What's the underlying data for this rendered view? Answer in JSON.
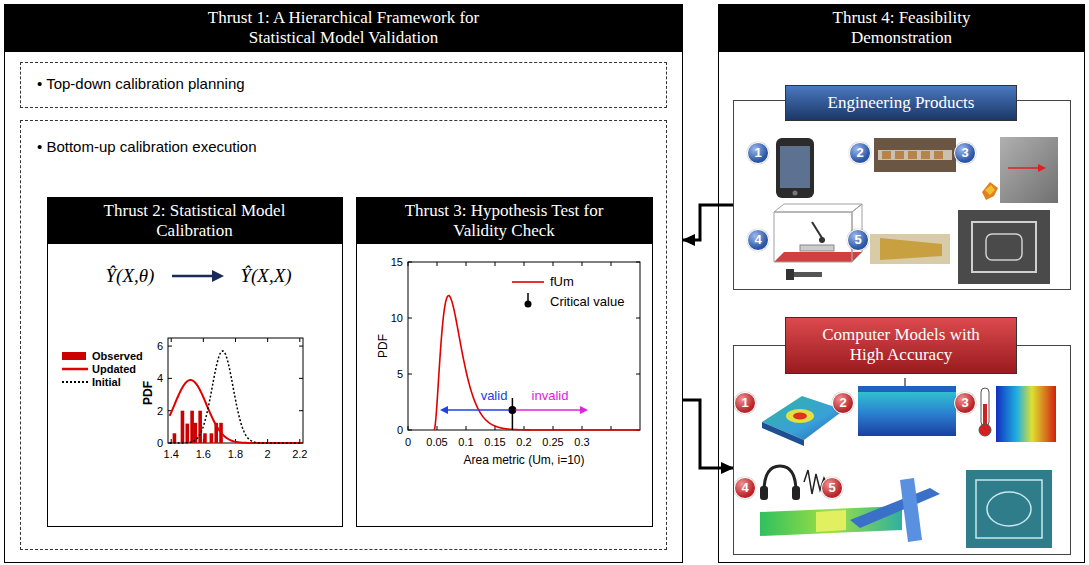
{
  "diagram": {
    "nodes": [
      {
        "text": [
          "Thrust 1: A Hierarchical Framework for Statistical Model Validation"
        ]
      },
      {
        "text": [
          "• Top-down calibration planning"
        ],
        "in": 0
      },
      {
        "text": [
          "• Bottom-up calibration execution"
        ],
        "in": 0
      },
      {
        "text": [
          "Thrust 2: Statistical Model Calibration"
        ],
        "in": 2
      },
      {
        "text": [
          "Thrust 3: Hypothesis Test for Validity Check"
        ],
        "in": 2
      },
      {
        "text": [
          "Thrust 4: Feasibility Demonstration"
        ]
      },
      {
        "text": [
          "Engineering Products"
        ],
        "in": 5
      },
      {
        "text": [
          "1"
        ],
        "in": 6
      },
      {
        "text": [
          "2"
        ],
        "in": 6
      },
      {
        "text": [
          "3"
        ],
        "in": 6
      },
      {
        "text": [
          "4"
        ],
        "in": 6
      },
      {
        "text": [
          "5"
        ],
        "in": 6
      },
      {
        "text": [
          "Computer Models with High Accuracy"
        ],
        "in": 5
      },
      {
        "text": [
          "1"
        ],
        "in": 12
      },
      {
        "text": [
          "2"
        ],
        "in": 12
      },
      {
        "text": [
          "3"
        ],
        "in": 12
      },
      {
        "text": [
          "4"
        ],
        "in": 12
      },
      {
        "text": [
          "5"
        ],
        "in": 12
      }
    ],
    "edges": [
      {
        "from": 6,
        "to": 0,
        "arrow": "to"
      },
      {
        "from": 0,
        "to": 12,
        "arrow": "to"
      }
    ],
    "labels": [
      "Ŷ(X,θ)",
      "Ŷ(X,X)",
      "6",
      "4",
      "2",
      "0",
      "1.4",
      "1.6",
      "1.8",
      "2",
      "2.2",
      "PDF",
      "15",
      "10",
      "5",
      "0",
      "0",
      "0.05",
      "0.1",
      "0.15",
      "0.2",
      "0.25",
      "0.3",
      "PDF",
      "Area metric (Um, i=10)",
      "valid",
      "invalid"
    ],
    "legend": [
      {
        "text": "Observed",
        "color": "#cc0000"
      },
      {
        "text": "Updated"
      },
      {
        "text": "Initial"
      },
      {
        "text": "fUm"
      },
      {
        "text": "Critical value"
      }
    ]
  }
}
